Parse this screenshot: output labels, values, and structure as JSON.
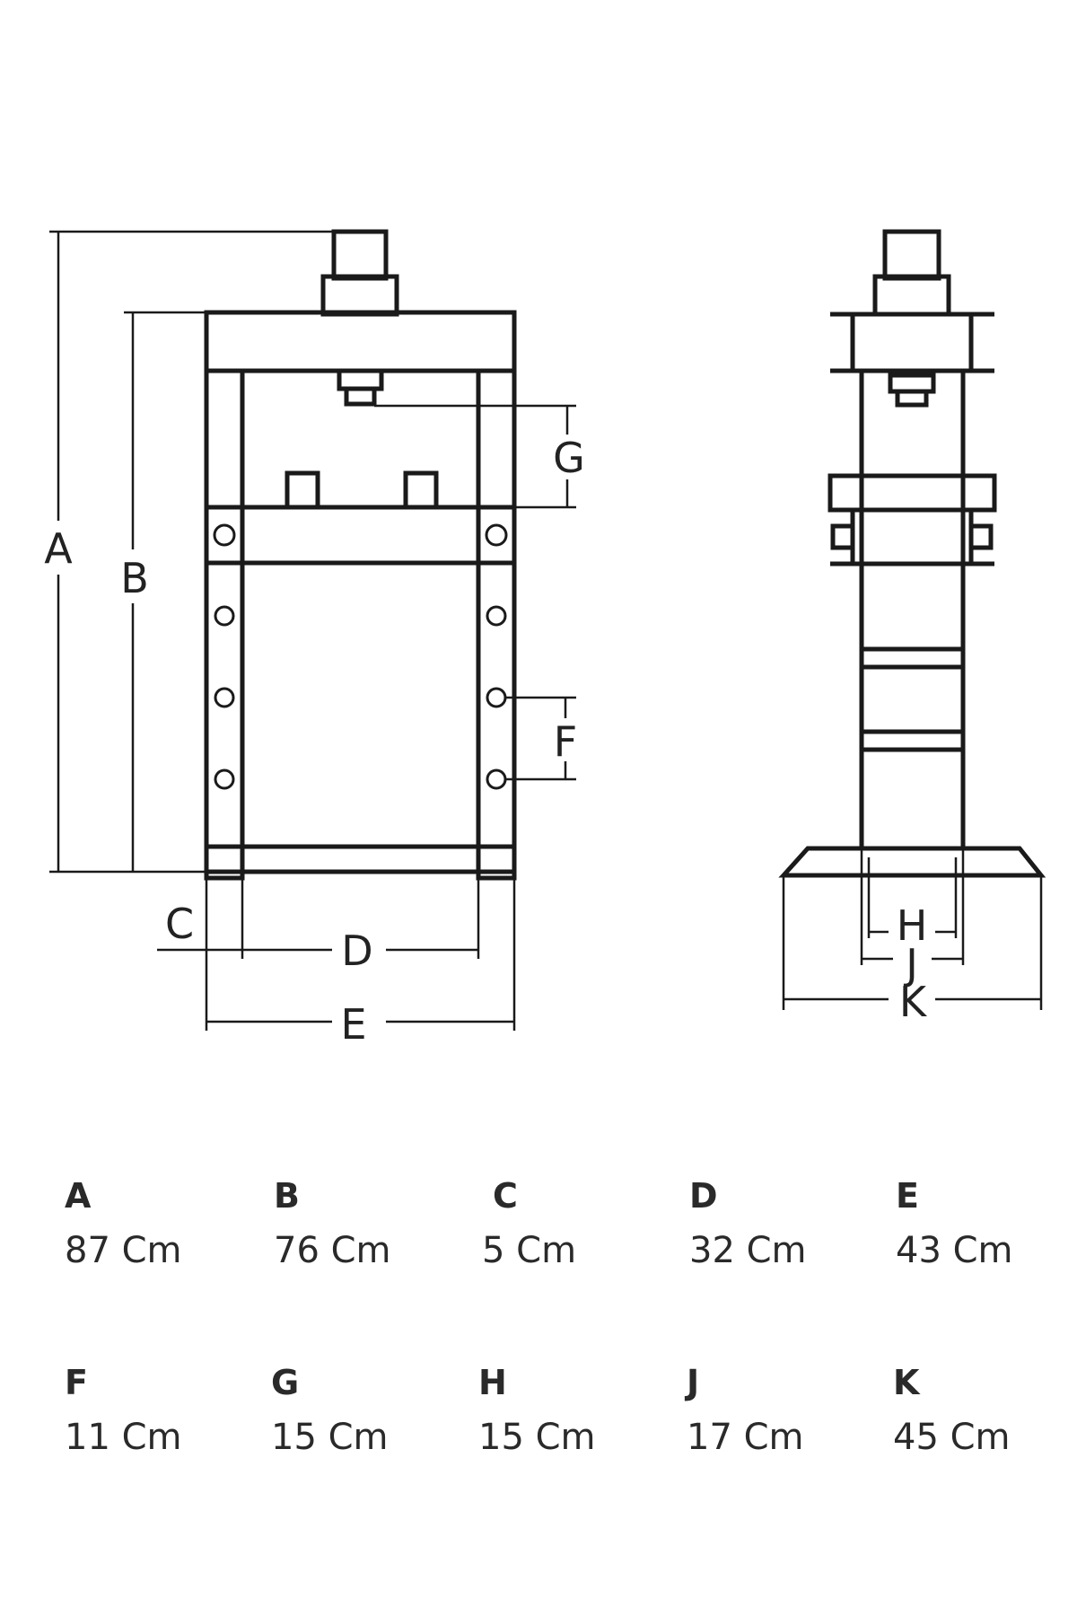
{
  "labels": {
    "a": "A",
    "b": "B",
    "c": "C",
    "d": "D",
    "e": "E",
    "f": "F",
    "g": "G",
    "h": "H",
    "j": "J",
    "k": "K"
  },
  "dimensions": [
    {
      "key": "A",
      "value": "87 Cm"
    },
    {
      "key": "B",
      "value": "76 Cm"
    },
    {
      "key": "C",
      "value": "5 Cm"
    },
    {
      "key": "D",
      "value": "32 Cm"
    },
    {
      "key": "E",
      "value": "43 Cm"
    },
    {
      "key": "F",
      "value": "11 Cm"
    },
    {
      "key": "G",
      "value": "15 Cm"
    },
    {
      "key": "H",
      "value": "15 Cm"
    },
    {
      "key": "J",
      "value": "17 Cm"
    },
    {
      "key": "K",
      "value": "45 Cm"
    }
  ]
}
